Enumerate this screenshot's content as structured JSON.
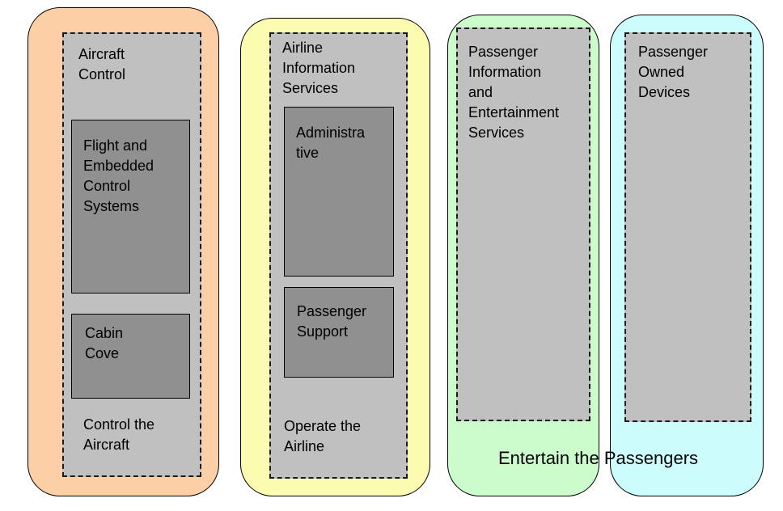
{
  "colors": {
    "aircraft_zone": "#fccfa6",
    "airline_zone": "#fcfcb0",
    "passenger_info_zone": "#ccfccc",
    "passenger_devices_zone": "#ccfcfc",
    "domain_fill": "#c0c0c0",
    "subsystem_fill": "#909090"
  },
  "zones": {
    "aircraft": {
      "domain_title": "Aircraft\nControl",
      "subsystems": [
        "Flight and\nEmbedded\nControl\nSystems",
        "Cabin\nCove"
      ],
      "purpose": "Control the\nAircraft"
    },
    "airline": {
      "domain_title": "Airline\nInformation\nServices",
      "subsystems": [
        "Administra\ntive",
        "Passenger\nSupport"
      ],
      "purpose": "Operate the\nAirline"
    },
    "passenger_info": {
      "domain_title": "Passenger\nInformation\nand\nEntertainment\nServices"
    },
    "passenger_devices": {
      "domain_title": "Passenger\nOwned\nDevices"
    }
  },
  "shared_caption": "Entertain the Passengers"
}
